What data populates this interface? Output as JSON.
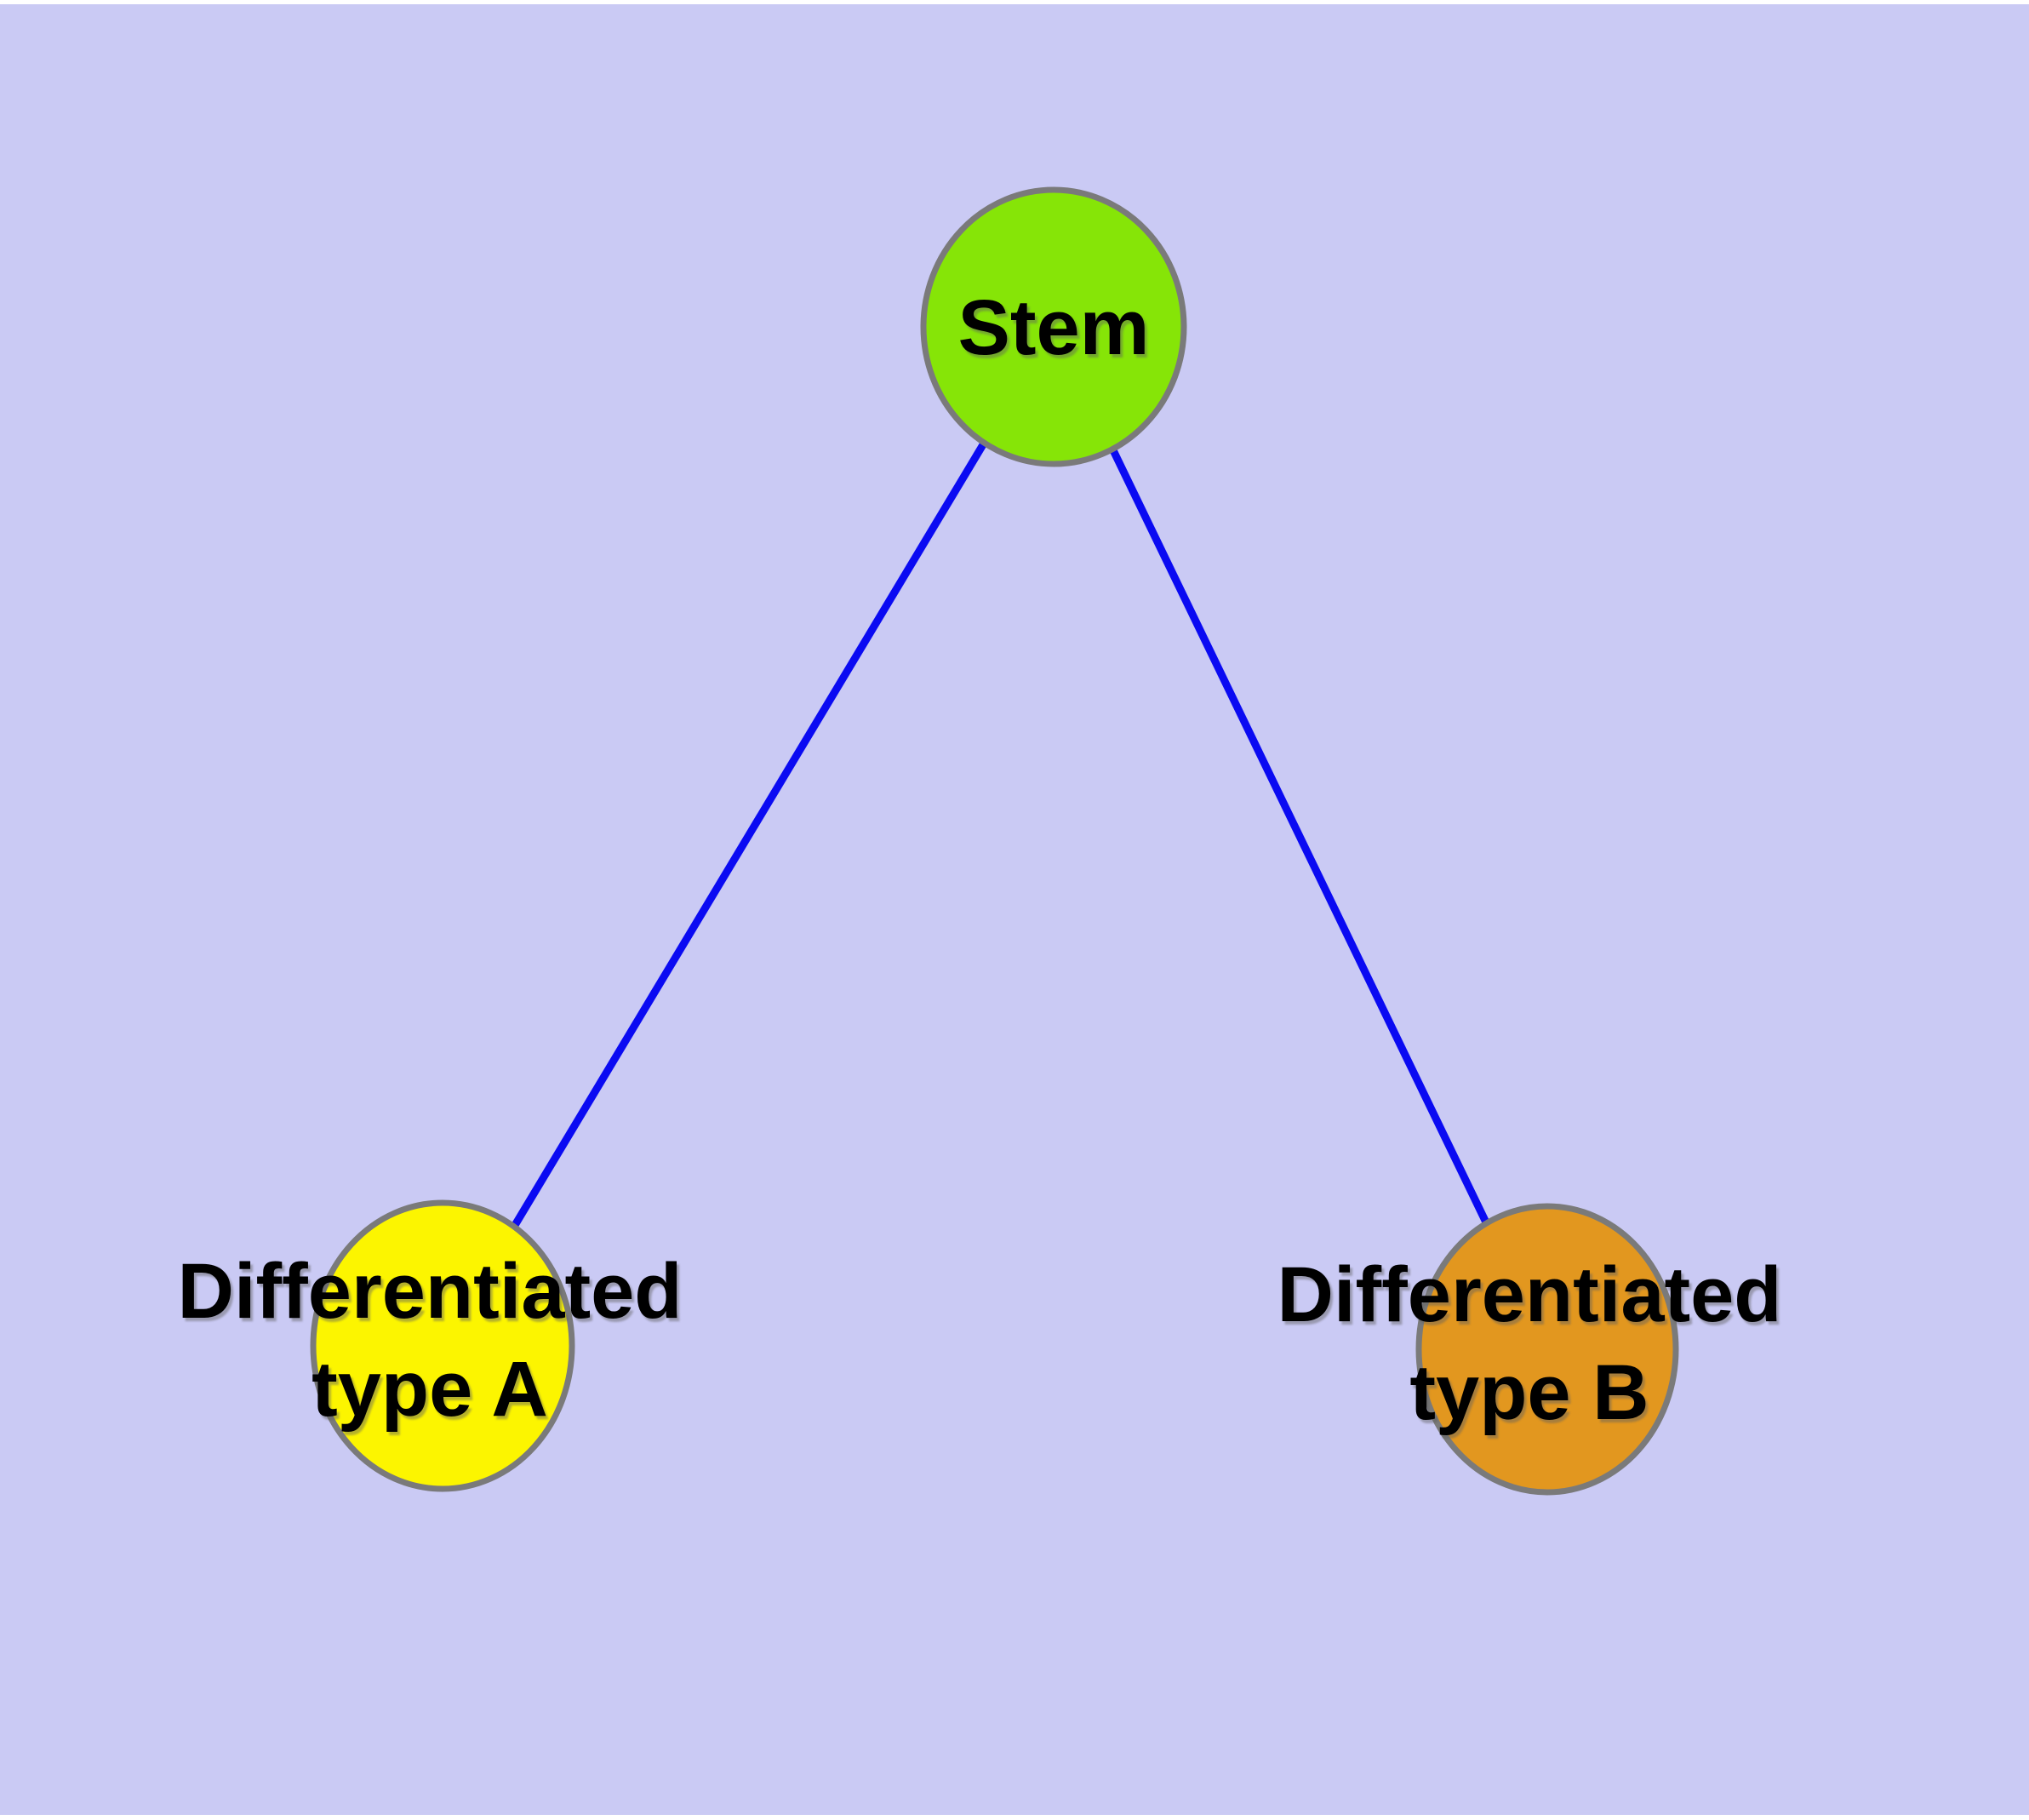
{
  "diagram": {
    "type": "graph",
    "page_color": "#FFFFFF",
    "background_color": "#CACAF4",
    "edge_color": "#0A0AF2",
    "node_border_color": "#7A7A7A",
    "label_color": "#000000",
    "nodes": [
      {
        "id": "stem",
        "label": "Stem",
        "fill": "#86E507"
      },
      {
        "id": "differentiated-type-a",
        "label": "Differentiated type A",
        "label_line1": "Differentiated",
        "label_line2": "type A",
        "fill": "#FCF500"
      },
      {
        "id": "differentiated-type-b",
        "label": "Differentiated type B",
        "label_line1": "Differentiated",
        "label_line2": "type B",
        "fill": "#E2971F"
      }
    ],
    "edges": [
      {
        "from": "stem",
        "to": "differentiated-type-a"
      },
      {
        "from": "stem",
        "to": "differentiated-type-b"
      }
    ]
  }
}
